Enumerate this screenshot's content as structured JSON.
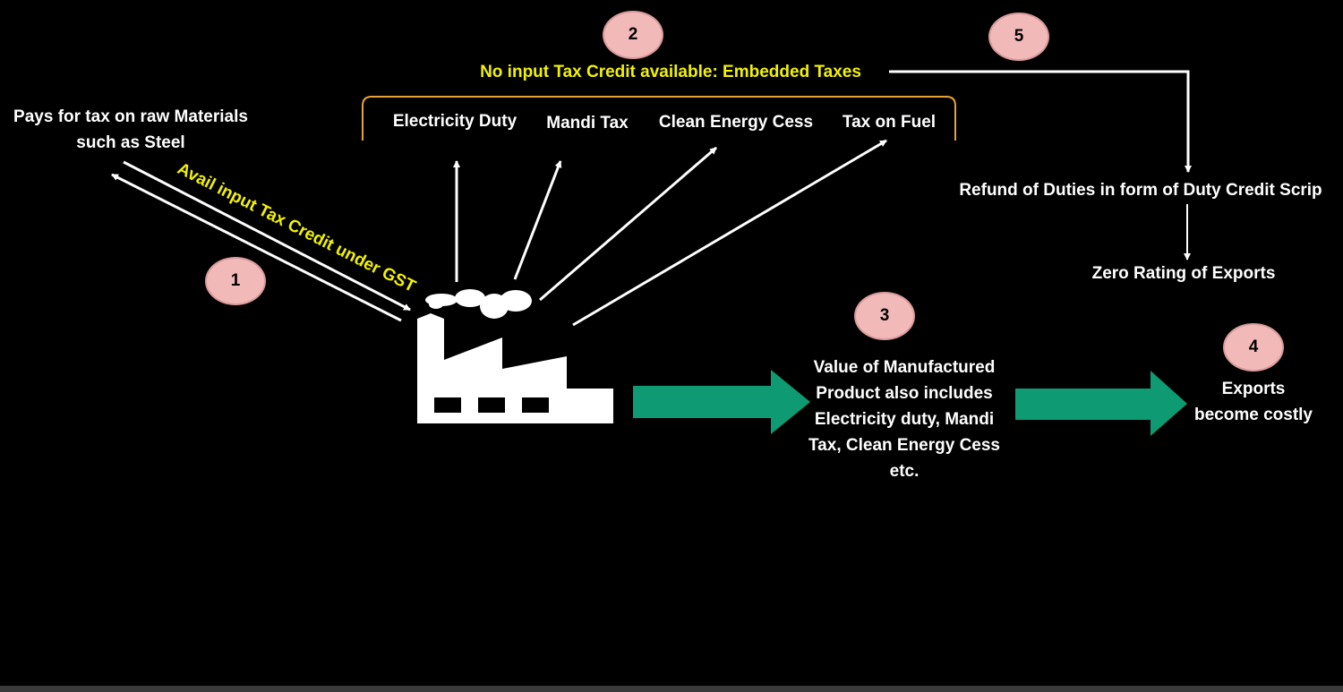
{
  "badges": {
    "b1": "1",
    "b2": "2",
    "b3": "3",
    "b4": "4",
    "b5": "5"
  },
  "labels": {
    "raw_materials_line1": "Pays for tax on raw Materials",
    "raw_materials_line2": "such as Steel",
    "avail_itc": "Avail input Tax Credit under GST",
    "no_itc": "No input Tax Credit available: Embedded Taxes",
    "electricity_duty": "Electricity Duty",
    "mandi_tax": "Mandi Tax",
    "clean_energy_cess": "Clean Energy Cess",
    "tax_on_fuel": "Tax on Fuel",
    "refund": "Refund of Duties in form of Duty Credit Scrip",
    "zero_rating": "Zero Rating of Exports",
    "value_line1": "Value of Manufactured",
    "value_line2": "Product also includes",
    "value_line3": "Electricity duty, Mandi",
    "value_line4": "Tax, Clean Energy Cess",
    "value_line5": "etc.",
    "exports_line1": "Exports",
    "exports_line2": "become costly"
  },
  "colors": {
    "background": "#000000",
    "text": "#ffffff",
    "highlight": "#f2f200",
    "badge_fill": "#f2b9b9",
    "green_arrow": "#0e9a72",
    "bracket": "#e8a23a"
  },
  "icons": {
    "factory": "factory-icon",
    "smoke": "smoke-cloud-icon"
  }
}
